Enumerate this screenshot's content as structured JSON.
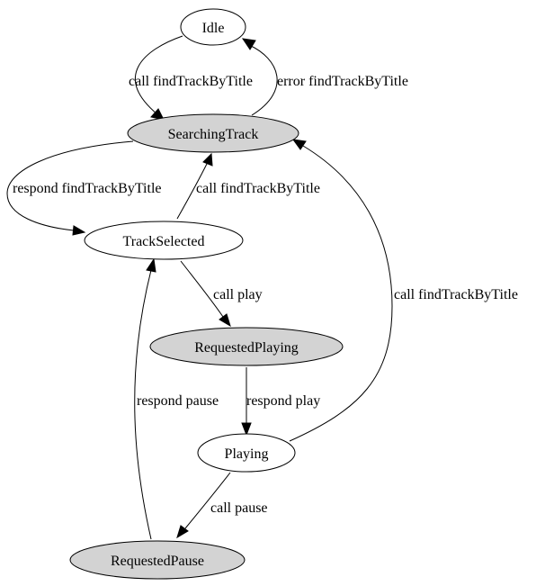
{
  "colors": {
    "plain_fill": "#ffffff",
    "highlight_fill": "#d3d3d3",
    "stroke": "#000000"
  },
  "nodes": {
    "idle": {
      "label": "Idle",
      "highlighted": false
    },
    "searching_track": {
      "label": "SearchingTrack",
      "highlighted": true
    },
    "track_selected": {
      "label": "TrackSelected",
      "highlighted": false
    },
    "requested_playing": {
      "label": "RequestedPlaying",
      "highlighted": true
    },
    "playing": {
      "label": "Playing",
      "highlighted": false
    },
    "requested_pause": {
      "label": "RequestedPause",
      "highlighted": true
    }
  },
  "edges": {
    "idle_to_searching": {
      "label": "call findTrackByTitle",
      "from": "Idle",
      "to": "SearchingTrack"
    },
    "searching_to_idle": {
      "label": "error findTrackByTitle",
      "from": "SearchingTrack",
      "to": "Idle"
    },
    "searching_to_selected": {
      "label": "respond findTrackByTitle",
      "from": "SearchingTrack",
      "to": "TrackSelected"
    },
    "selected_to_searching": {
      "label": "call findTrackByTitle",
      "from": "TrackSelected",
      "to": "SearchingTrack"
    },
    "selected_to_requested_playing": {
      "label": "call play",
      "from": "TrackSelected",
      "to": "RequestedPlaying"
    },
    "requested_playing_to_playing": {
      "label": "respond play",
      "from": "RequestedPlaying",
      "to": "Playing"
    },
    "playing_to_searching": {
      "label": "call findTrackByTitle",
      "from": "Playing",
      "to": "SearchingTrack"
    },
    "playing_to_requested_pause": {
      "label": "call pause",
      "from": "Playing",
      "to": "RequestedPause"
    },
    "requested_pause_to_selected": {
      "label": "respond pause",
      "from": "RequestedPause",
      "to": "TrackSelected"
    }
  }
}
